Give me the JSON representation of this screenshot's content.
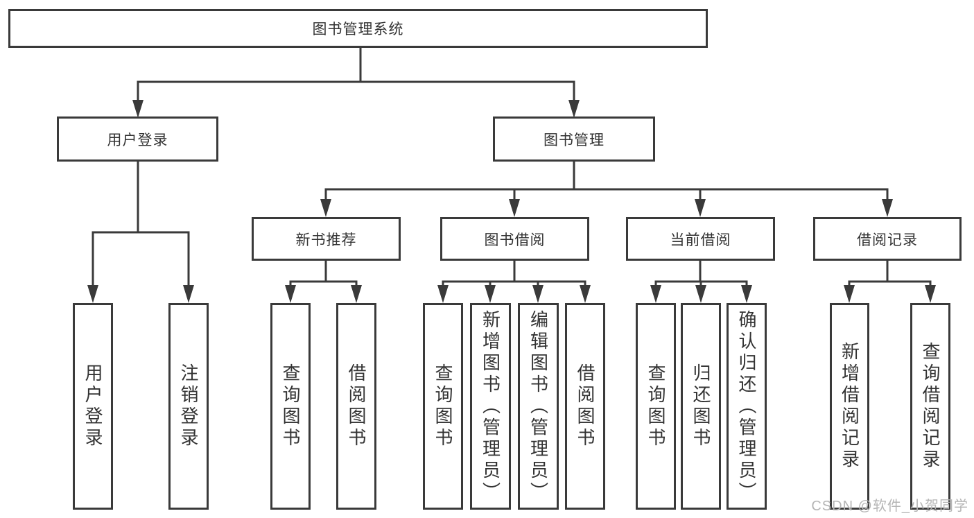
{
  "colors": {
    "line": "#3a3a3a",
    "text": "#333333",
    "watermark": "#b5b5b5",
    "background": "#ffffff"
  },
  "watermark": {
    "text": "CSDN @软件_小贺同学"
  },
  "tree": {
    "root": {
      "label": "图书管理系统",
      "children": [
        {
          "label": "用户登录",
          "children": [
            {
              "label": "用户登录"
            },
            {
              "label": "注销登录"
            }
          ]
        },
        {
          "label": "图书管理",
          "children": [
            {
              "label": "新书推荐",
              "children": [
                {
                  "label": "查询图书"
                },
                {
                  "label": "借阅图书"
                }
              ]
            },
            {
              "label": "图书借阅",
              "children": [
                {
                  "label": "查询图书"
                },
                {
                  "label": "新增图书（管理员）"
                },
                {
                  "label": "编辑图书（管理员）"
                },
                {
                  "label": "借阅图书"
                }
              ]
            },
            {
              "label": "当前借阅",
              "children": [
                {
                  "label": "查询图书"
                },
                {
                  "label": "归还图书"
                },
                {
                  "label": "确认归还（管理员）"
                }
              ]
            },
            {
              "label": "借阅记录",
              "children": [
                {
                  "label": "新增借阅记录"
                },
                {
                  "label": "查询借阅记录"
                }
              ]
            }
          ]
        }
      ]
    }
  }
}
